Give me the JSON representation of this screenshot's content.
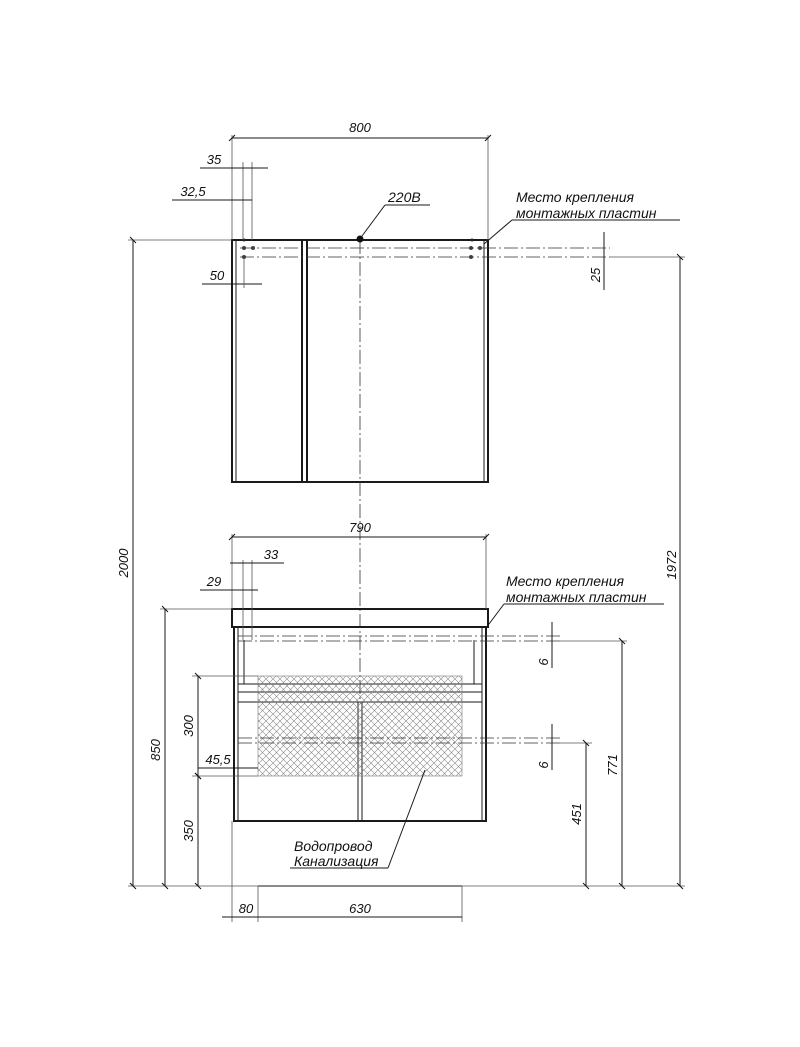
{
  "notes": {
    "power": "220В",
    "mount_top_line1": "Место крепления",
    "mount_top_line2": "монтажных пластин",
    "mount_bottom_line1": "Место крепления",
    "mount_bottom_line2": "монтажных пластин",
    "plumbing_line1": "Водопровод",
    "plumbing_line2": "Канализация"
  },
  "dims": {
    "cabinet_width": "800",
    "offset_35": "35",
    "offset_32_5": "32,5",
    "offset_50": "50",
    "offset_25": "25",
    "vanity_width": "790",
    "offset_33": "33",
    "offset_29": "29",
    "offset_45_5": "45,5",
    "height_300": "300",
    "height_350": "350",
    "height_850": "850",
    "height_2000": "2000",
    "height_1972": "1972",
    "height_771": "771",
    "height_451": "451",
    "gap_6_top": "6",
    "gap_6_bottom": "6",
    "bottom_80": "80",
    "bottom_630": "630"
  }
}
